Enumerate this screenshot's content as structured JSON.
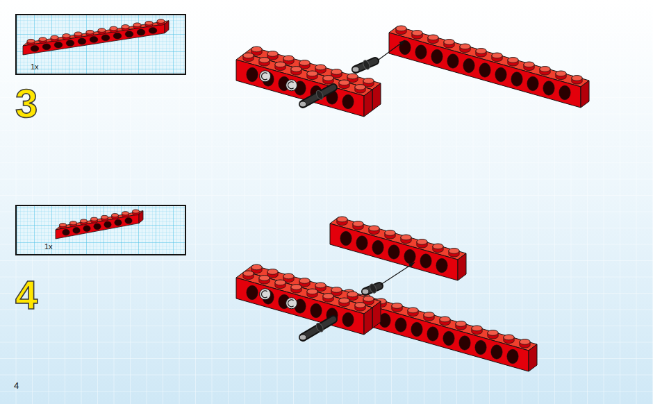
{
  "diagram": {
    "nodes": [
      {
        "text": [
          "1x"
        ]
      },
      {
        "text": [
          "1x"
        ]
      }
    ],
    "labels": [
      "3",
      "4",
      "4"
    ]
  }
}
